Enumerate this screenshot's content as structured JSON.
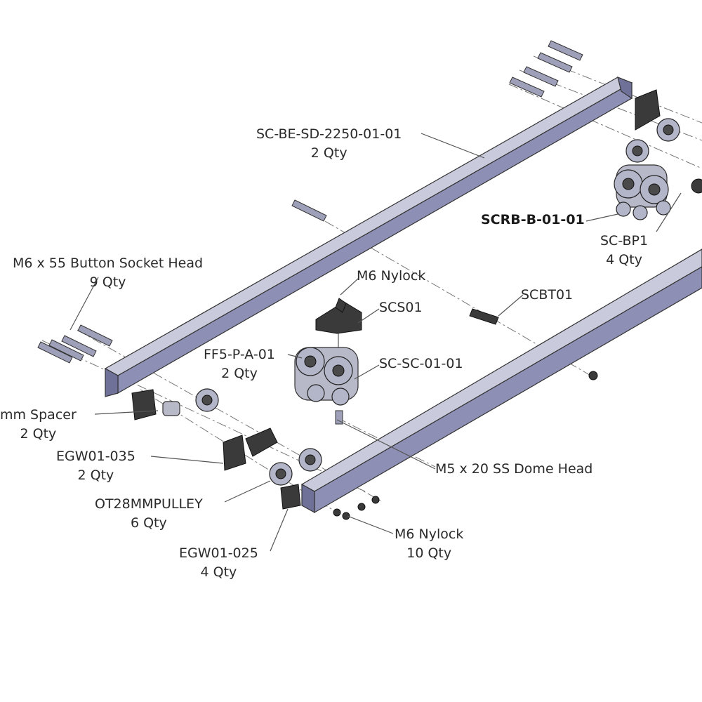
{
  "labels": {
    "rail": {
      "part": "SC-BE-SD-2250-01-01",
      "qty": "2 Qty"
    },
    "scrb": {
      "part": "SCRB-B-01-01"
    },
    "bp1": {
      "part": "SC-BP1",
      "qty": "4 Qty"
    },
    "m6_55": {
      "part": "M6 x 55 Button Socket Head",
      "qty": "9 Qty"
    },
    "m6_nylock_top": {
      "part": "M6 Nylock"
    },
    "scs01": {
      "part": "SCS01"
    },
    "scbt01": {
      "part": "SCBT01"
    },
    "ff5": {
      "part": "FF5-P-A-01",
      "qty": "2 Qty"
    },
    "scsc": {
      "part": "SC-SC-01-01"
    },
    "spacer": {
      "part": "mm Spacer",
      "qty": "2 Qty"
    },
    "egw035": {
      "part": "EGW01-035",
      "qty": "2 Qty"
    },
    "m5_dome": {
      "part": "M5 x 20 SS Dome Head"
    },
    "pulley": {
      "part": "OT28MMPULLEY",
      "qty": "6 Qty"
    },
    "m6_nylock_bottom": {
      "part": "M6 Nylock",
      "qty": "10 Qty"
    },
    "egw025": {
      "part": "EGW01-025",
      "qty": "4 Qty"
    }
  }
}
